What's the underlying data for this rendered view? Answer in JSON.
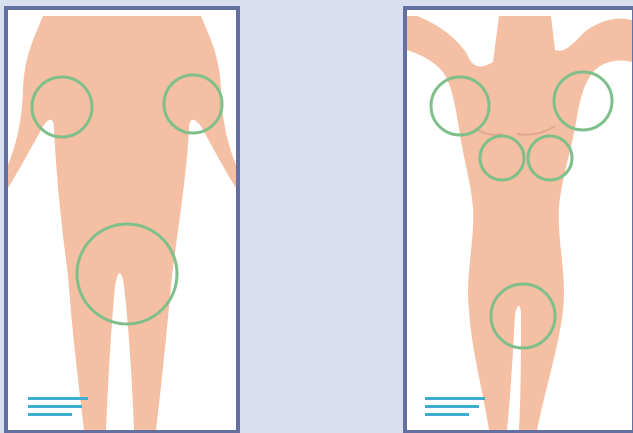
{
  "colors": {
    "background": "#d9dff0",
    "panel_border": "#6370a0",
    "panel_fill": "#ffffff",
    "skin": "#f4bfa3",
    "target_circle": "#7fbf8a",
    "legend_lines": "#3eaed0"
  },
  "panels": [
    {
      "figure": "body-back-view",
      "zones": [
        "left-armpit",
        "right-armpit",
        "buttocks"
      ]
    },
    {
      "figure": "body-front-view",
      "zones": [
        "left-armpit",
        "right-armpit",
        "left-breast",
        "right-breast",
        "groin"
      ]
    }
  ]
}
